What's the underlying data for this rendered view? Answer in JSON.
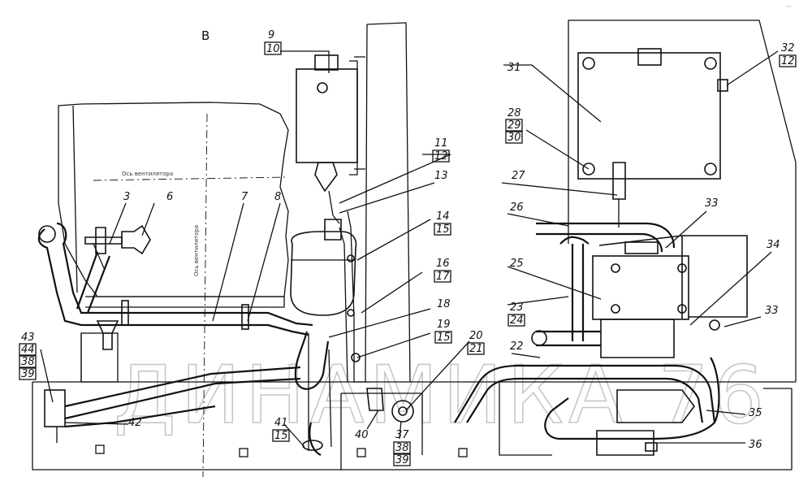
{
  "view_letter": "B",
  "watermark": "ДИНАМИКА 76",
  "axis_notes": [
    "Ось вентилятора",
    "Ось вентилятора"
  ],
  "callouts": [
    {
      "id": "c9",
      "text": "9"
    },
    {
      "id": "c10",
      "text": "10"
    },
    {
      "id": "c31",
      "text": "31"
    },
    {
      "id": "c32",
      "text": "32"
    },
    {
      "id": "c12a",
      "text": "12"
    },
    {
      "id": "c28",
      "text": "28"
    },
    {
      "id": "c29",
      "text": "29"
    },
    {
      "id": "c30",
      "text": "30"
    },
    {
      "id": "c11",
      "text": "11"
    },
    {
      "id": "c12b",
      "text": "12"
    },
    {
      "id": "c13",
      "text": "13"
    },
    {
      "id": "c27",
      "text": "27"
    },
    {
      "id": "c3",
      "text": "3"
    },
    {
      "id": "c6",
      "text": "6"
    },
    {
      "id": "c7",
      "text": "7"
    },
    {
      "id": "c8",
      "text": "8"
    },
    {
      "id": "c26",
      "text": "26"
    },
    {
      "id": "c33a",
      "text": "33"
    },
    {
      "id": "c14",
      "text": "14"
    },
    {
      "id": "c15a",
      "text": "15"
    },
    {
      "id": "c16",
      "text": "16"
    },
    {
      "id": "c17",
      "text": "17"
    },
    {
      "id": "c25",
      "text": "25"
    },
    {
      "id": "c34",
      "text": "34"
    },
    {
      "id": "c23",
      "text": "23"
    },
    {
      "id": "c24",
      "text": "24"
    },
    {
      "id": "c18",
      "text": "18"
    },
    {
      "id": "c33b",
      "text": "33"
    },
    {
      "id": "c19",
      "text": "19"
    },
    {
      "id": "c15b",
      "text": "15"
    },
    {
      "id": "c20",
      "text": "20"
    },
    {
      "id": "c21",
      "text": "21"
    },
    {
      "id": "c22",
      "text": "22"
    },
    {
      "id": "c43",
      "text": "43"
    },
    {
      "id": "c44",
      "text": "44"
    },
    {
      "id": "c38a",
      "text": "38"
    },
    {
      "id": "c39a",
      "text": "39"
    },
    {
      "id": "c42",
      "text": "42"
    },
    {
      "id": "c41",
      "text": "41"
    },
    {
      "id": "c15c",
      "text": "15"
    },
    {
      "id": "c40",
      "text": "40"
    },
    {
      "id": "c37",
      "text": "37"
    },
    {
      "id": "c38b",
      "text": "38"
    },
    {
      "id": "c39b",
      "text": "39"
    },
    {
      "id": "c35",
      "text": "35"
    },
    {
      "id": "c36",
      "text": "36"
    }
  ]
}
